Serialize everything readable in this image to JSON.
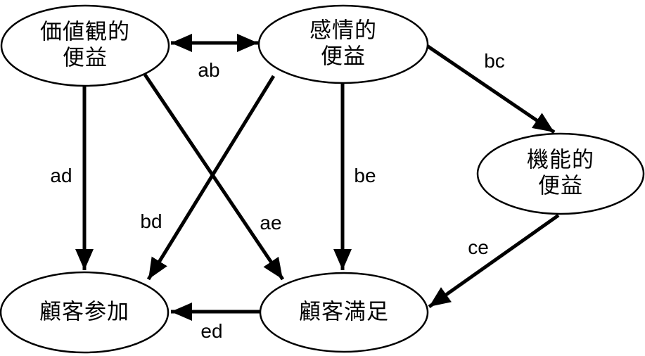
{
  "diagram": {
    "title": "benefit-satisfaction-path-diagram",
    "colors": {
      "background": "#ffffff",
      "node_fill": "#ffffff",
      "stroke": "#000000",
      "text": "#000000"
    },
    "nodes": {
      "a": {
        "label": "価値観的\n便益"
      },
      "b": {
        "label": "感情的\n便益"
      },
      "c": {
        "label": "機能的\n便益"
      },
      "d": {
        "label": "顧客参加"
      },
      "e": {
        "label": "顧客満足"
      }
    },
    "edges": {
      "ab": {
        "label": "ab",
        "from": "価値観的便益",
        "to": "感情的便益",
        "direction": "bidirectional"
      },
      "bc": {
        "label": "bc",
        "from": "感情的便益",
        "to": "機能的便益",
        "direction": "one-way"
      },
      "ad": {
        "label": "ad",
        "from": "価値観的便益",
        "to": "顧客参加",
        "direction": "one-way"
      },
      "bd": {
        "label": "bd",
        "from": "感情的便益",
        "to": "顧客参加",
        "direction": "one-way"
      },
      "ae": {
        "label": "ae",
        "from": "価値観的便益",
        "to": "顧客満足",
        "direction": "one-way"
      },
      "be": {
        "label": "be",
        "from": "感情的便益",
        "to": "顧客満足",
        "direction": "one-way"
      },
      "ce": {
        "label": "ce",
        "from": "機能的便益",
        "to": "顧客満足",
        "direction": "one-way"
      },
      "ed": {
        "label": "ed",
        "from": "顧客満足",
        "to": "顧客参加",
        "direction": "one-way"
      }
    }
  }
}
